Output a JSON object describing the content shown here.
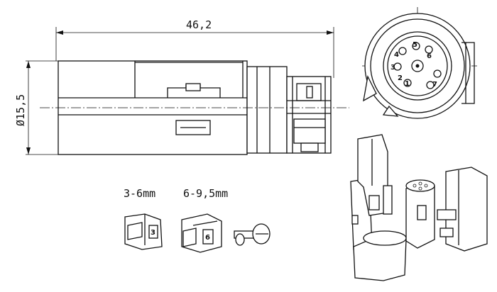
{
  "dimensions": {
    "length": "46,2",
    "diameter": "Ø15,5"
  },
  "pin_labels": [
    "1",
    "2",
    "3",
    "4",
    "5",
    "6",
    "7"
  ],
  "cable_clamps": [
    {
      "label": "3-6mm",
      "insert_mark": "3"
    },
    {
      "label": "6-9,5mm",
      "insert_mark": "6"
    }
  ]
}
